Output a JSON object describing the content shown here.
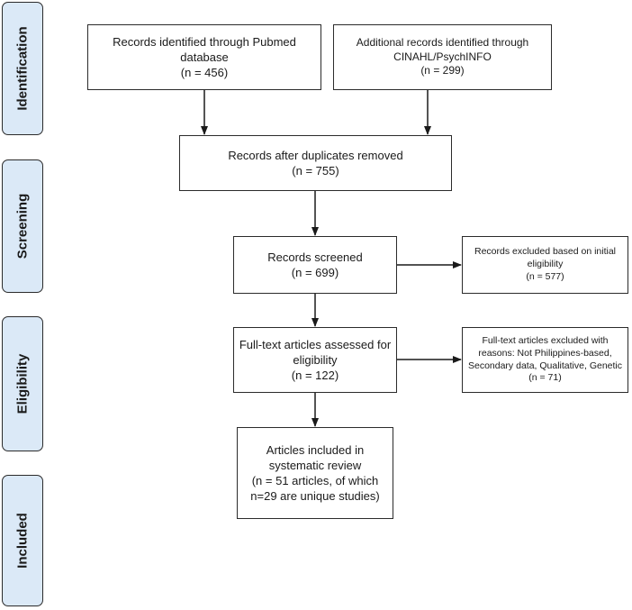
{
  "stages": [
    {
      "id": "identification",
      "label": "Identification"
    },
    {
      "id": "screening",
      "label": "Screening"
    },
    {
      "id": "eligibility",
      "label": "Eligibility"
    },
    {
      "id": "included",
      "label": "Included"
    }
  ],
  "boxes": {
    "pubmed": [
      "Records identified through Pubmed",
      "database",
      "(n = 456)"
    ],
    "cinahl": [
      "Additional records identified through",
      "CINAHL/PsychINFO",
      "(n = 299)"
    ],
    "duplicates": [
      "Records after duplicates removed",
      "(n = 755)"
    ],
    "screened": [
      "Records screened",
      "(n = 699)"
    ],
    "excluded_initial": [
      "Records excluded based on initial",
      "eligibility",
      "(n = 577)"
    ],
    "fulltext": [
      "Full-text articles assessed for",
      "eligibility",
      "(n = 122)"
    ],
    "excluded_fulltext": [
      "Full-text articles excluded with",
      "reasons: Not Philippines-based,",
      "Secondary data, Qualitative, Genetic",
      "(n = 71)"
    ],
    "included": [
      "Articles included in",
      "systematic review",
      "(n = 51 articles, of which",
      "n=29 are unique studies)"
    ]
  }
}
